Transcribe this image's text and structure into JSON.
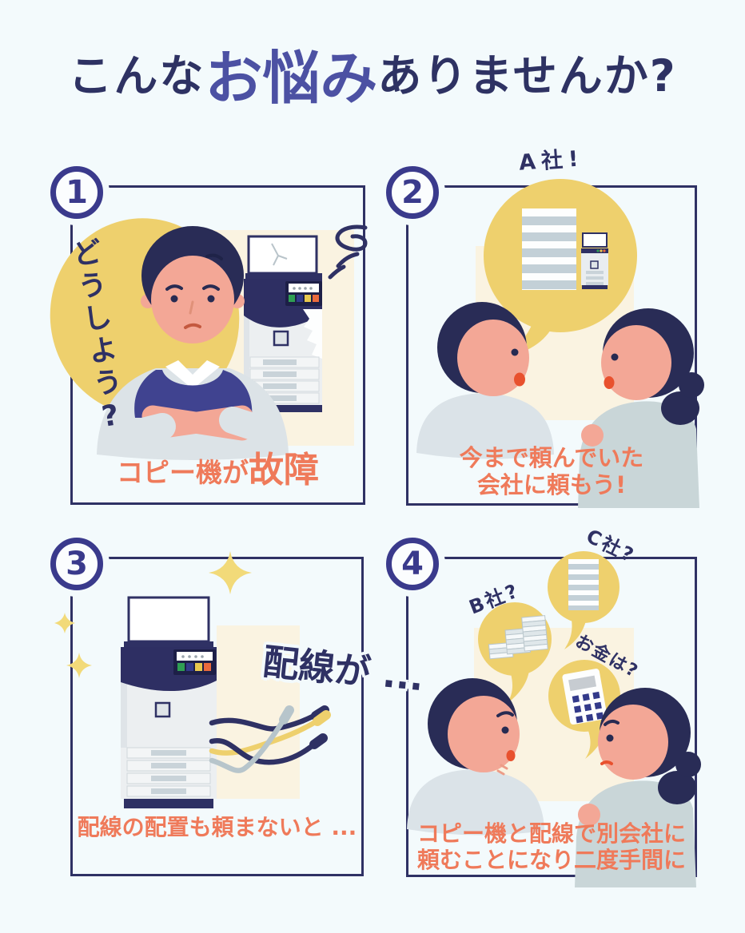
{
  "page": {
    "background_color": "#f3fafc",
    "title": {
      "prefix": "こんな",
      "highlight": "お悩み",
      "suffix": "ありませんか?"
    }
  },
  "colors": {
    "navy_text": "#2f3164",
    "title_highlight_indigo": "#4c51a3",
    "number_circle_indigo": "#3a3a8c",
    "accent_orange": "#ef7a5a",
    "bubble_yellow": "#eed06d",
    "sparkle_yellow": "#f2da79",
    "cream_backdrop": "#faf3e1",
    "skin": "#f3a796",
    "hair_navy": "#292c56",
    "mouth_orange_red": "#e8512e",
    "shirt_gray_blue": "#dbe3e8",
    "blouse_gray_green": "#c9d6d8",
    "vest_indigo": "#404390",
    "copier_light": "#eceff1",
    "cable_gray": "#b7c5cb"
  },
  "panels": [
    {
      "number": "1",
      "speech_vertical": "どうしよう?",
      "caption_normal": "コピー機が",
      "caption_emphasis": "故障",
      "icons": [
        "speech-blob-icon",
        "worried-man-icon",
        "broken-copier-icon",
        "dizzy-squiggle-icon"
      ]
    },
    {
      "number": "2",
      "top_label": "A社!",
      "caption_lines": [
        "今まで頼んでいた",
        "会社に頼もう!"
      ],
      "icons": [
        "speech-bubble-icon",
        "office-building-icon",
        "copier-icon",
        "talking-man-icon",
        "talking-woman-icon"
      ]
    },
    {
      "number": "3",
      "overlay_text": "配線が ...",
      "caption_lines": [
        "配線の配置も頼まないと ..."
      ],
      "icons": [
        "sparkle-icon",
        "new-copier-icon",
        "cables-icon"
      ]
    },
    {
      "number": "4",
      "bubble_labels": [
        "B社?",
        "C社?",
        "お金は?"
      ],
      "caption_lines": [
        "コピー機と配線で別会社に",
        "頼むことになり二度手間に"
      ],
      "icons": [
        "money-stacks-icon",
        "office-building-icon",
        "calculator-icon",
        "worried-man-icon",
        "worried-woman-icon"
      ]
    }
  ]
}
